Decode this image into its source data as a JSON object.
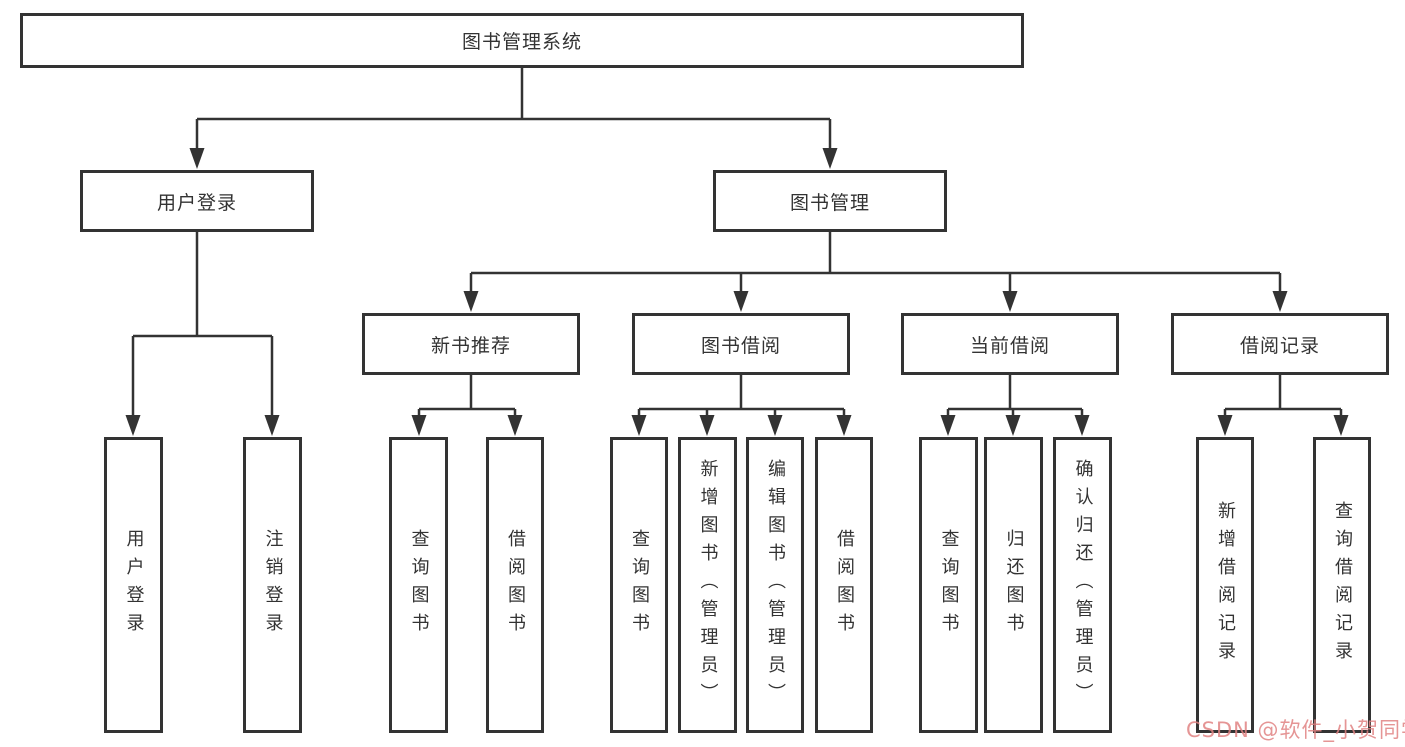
{
  "diagram": {
    "root": {
      "label": "图书管理系统"
    },
    "level1": [
      {
        "label": "用户登录"
      },
      {
        "label": "图书管理"
      }
    ],
    "level2": [
      {
        "label": "新书推荐",
        "parent": "图书管理"
      },
      {
        "label": "图书借阅",
        "parent": "图书管理"
      },
      {
        "label": "当前借阅",
        "parent": "图书管理"
      },
      {
        "label": "借阅记录",
        "parent": "图书管理"
      }
    ],
    "leaves": {
      "user_login": [
        "用户登录",
        "注销登录"
      ],
      "new_book_recommend": [
        "查询图书",
        "借阅图书"
      ],
      "book_borrow": [
        "查询图书",
        "新增图书（管理员）",
        "编辑图书（管理员）",
        "借阅图书"
      ],
      "current_borrow": [
        "查询图书",
        "归还图书",
        "确认归还（管理员）"
      ],
      "borrow_records": [
        "新增借阅记录",
        "查询借阅记录"
      ]
    }
  },
  "colors": {
    "background": "#ffffff",
    "line": "#333333",
    "text": "#333333",
    "watermark": "rgba(224,130,130,0.85)"
  },
  "watermark": {
    "text": "CSDN @软件_小贺同学"
  }
}
